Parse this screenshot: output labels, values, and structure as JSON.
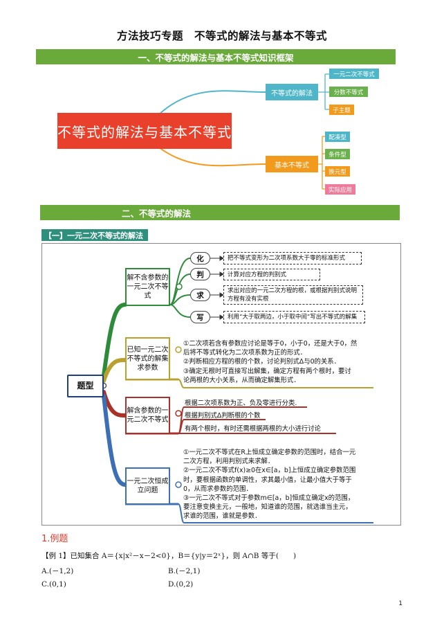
{
  "title": "方法技巧专题　不等式的解法与基本不等式",
  "section1": "一、不等式的解法与基本不等式知识框架",
  "mindmap1": {
    "center": "不等式的解法与基本不等式",
    "branch1": {
      "label": "不等式的解法",
      "leaves": [
        "一元二次不等式",
        "分数不等式",
        "子主题"
      ]
    },
    "branch2": {
      "label": "基本不等式",
      "leaves": [
        "配凑型",
        "条件型",
        "换元型",
        "实际应用"
      ]
    },
    "colors": {
      "center": "#e8402a",
      "branch1": "#4fb6c9",
      "branch2": "#f29a1c",
      "leaf_green": "#6ab04c",
      "leaf_pink": "#ef7b9a"
    }
  },
  "section2": "二、不等式的解法",
  "subsection": "【一】一元二次不等式的解法",
  "mindmap2": {
    "root": "题型",
    "g1": {
      "node": "解不含参数的一元二次不等式",
      "steps": [
        {
          "key": "化",
          "text": "把不等式变形为二次项系数大于零的标准形式"
        },
        {
          "key": "判",
          "text": "计算对应方程的判别式"
        },
        {
          "key": "求",
          "text": "求出对应的一元二次方程的根，或根据判别式说明方程有没有实根"
        },
        {
          "key": "写",
          "text": "利用“大于取两边，小于取中间”写出不等式的解集"
        }
      ]
    },
    "g2": {
      "node": "已知一元二次不等式的解集求参数",
      "text": "①二次项若含有参数应讨论是等于0，小于0，还是大于0，然\n后将不等式转化为二次项系数为正的形式．\n②判断相应方程的根的个数，讨论判别式Δ与0的关系．\n③确定无根时可直接写出解集，确定方程有两个根时，要讨\n论两根的大小关系，从而确定解集形式．"
    },
    "g3": {
      "node": "解含参数的一元二次不等式",
      "lines": [
        "根据二次项系数为正、负及零进行分类.",
        "根据判别式Δ判断根的个数",
        "有两个根时，有时还需根据两根的大小进行讨论"
      ]
    },
    "g4": {
      "node": "一元二次恒成立问题",
      "text": "①一元二次不等式在R上恒成立确定参数的范围时，结合一元\n二次方程，利用判别式来求解．\n②一元二次不等式f(x)≥0在x∈[a，b]上恒成立确定参数范围\n时，要根据函数的单调性，求其最小值，让最小值大于等于\n0，从而求参数的范围．\n③一元二次不等式对于参数m∈[a，b]恒成立确定x的范围，\n要注意变换主元，一般地，知道谁的范围，就选谁当主元，\n求谁的范围，谁就是参数．"
    }
  },
  "example_heading": {
    "num": "1.",
    "label": "例题"
  },
  "example": {
    "stem": "【例 1】已知集合 A＝{x|x²－x－2<0}，B＝{y|y＝2ˣ}，则 A∩B 等于(　　)",
    "options": {
      "A": "A.(－1,2)",
      "B": "B.(－2,1)",
      "C": "C.(0,1)",
      "D": "D.(0,2)"
    }
  },
  "page_number": "1"
}
